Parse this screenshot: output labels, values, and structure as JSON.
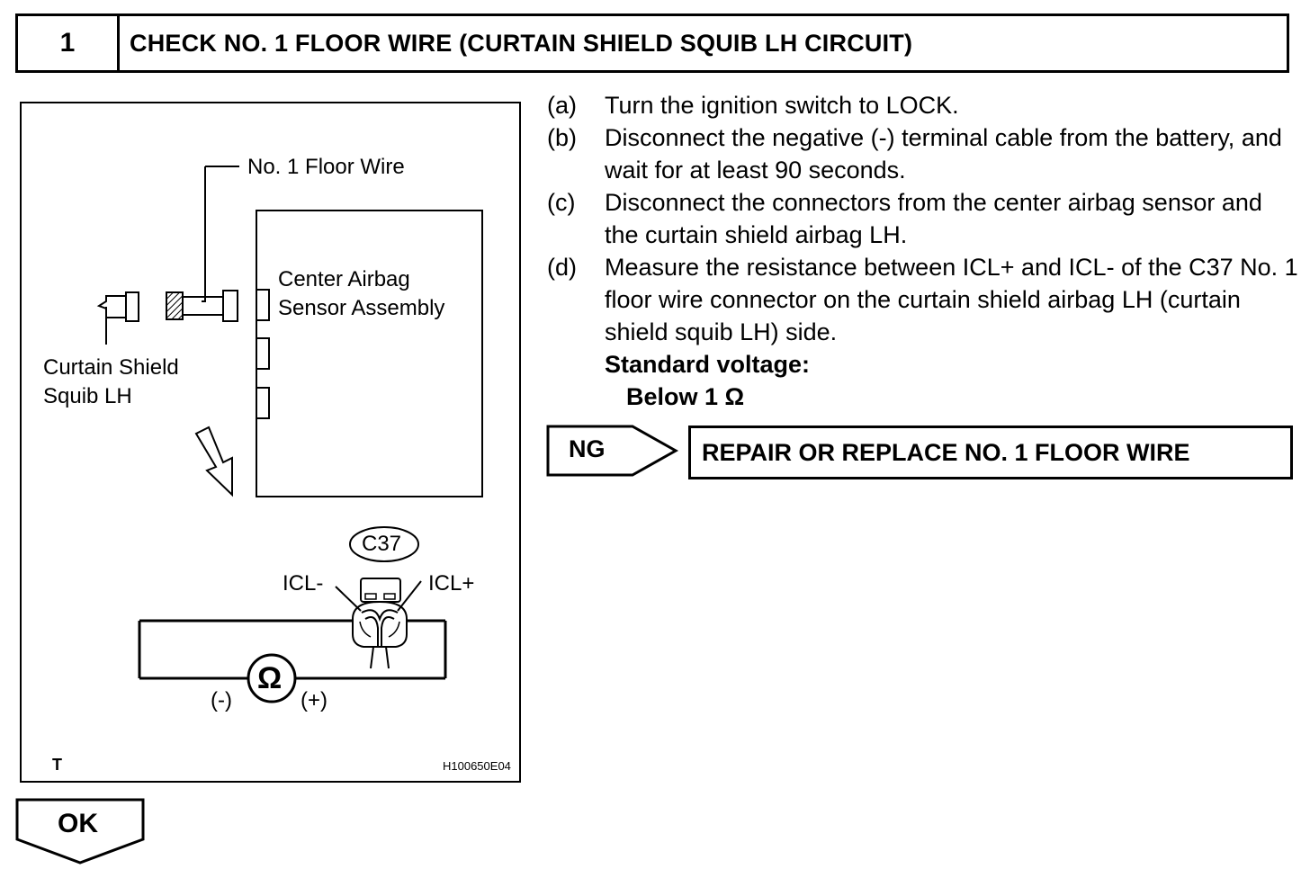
{
  "header": {
    "step_number": "1",
    "title": "CHECK NO. 1 FLOOR WIRE (CURTAIN SHIELD SQUIB LH CIRCUIT)"
  },
  "diagram": {
    "label_floor_wire": "No. 1 Floor Wire",
    "label_sensor_line1": "Center Airbag",
    "label_sensor_line2": "Sensor Assembly",
    "label_squib_line1": "Curtain Shield",
    "label_squib_line2": "Squib LH",
    "connector_id": "C37",
    "terminal_neg": "ICL-",
    "terminal_pos": "ICL+",
    "meter_symbol": "Ω",
    "probe_neg": "(-)",
    "probe_pos": "(+)",
    "corner_mark": "T",
    "figure_id": "H100650E04"
  },
  "instructions": [
    {
      "letter": "(a)",
      "text": "Turn the ignition switch to LOCK."
    },
    {
      "letter": "(b)",
      "text": "Disconnect the negative (-) terminal cable from the battery, and wait for at least 90 seconds."
    },
    {
      "letter": "(c)",
      "text": "Disconnect the connectors from the center airbag sensor and the curtain shield airbag LH."
    },
    {
      "letter": "(d)",
      "text": "Measure the resistance between ICL+ and ICL- of the C37 No. 1 floor wire connector on the curtain shield airbag LH (curtain shield squib LH) side."
    }
  ],
  "spec": {
    "label": "Standard voltage:",
    "value": "Below 1 Ω"
  },
  "result_ng": {
    "tag": "NG",
    "action": "REPAIR OR REPLACE NO. 1 FLOOR WIRE"
  },
  "result_ok": {
    "tag": "OK"
  }
}
